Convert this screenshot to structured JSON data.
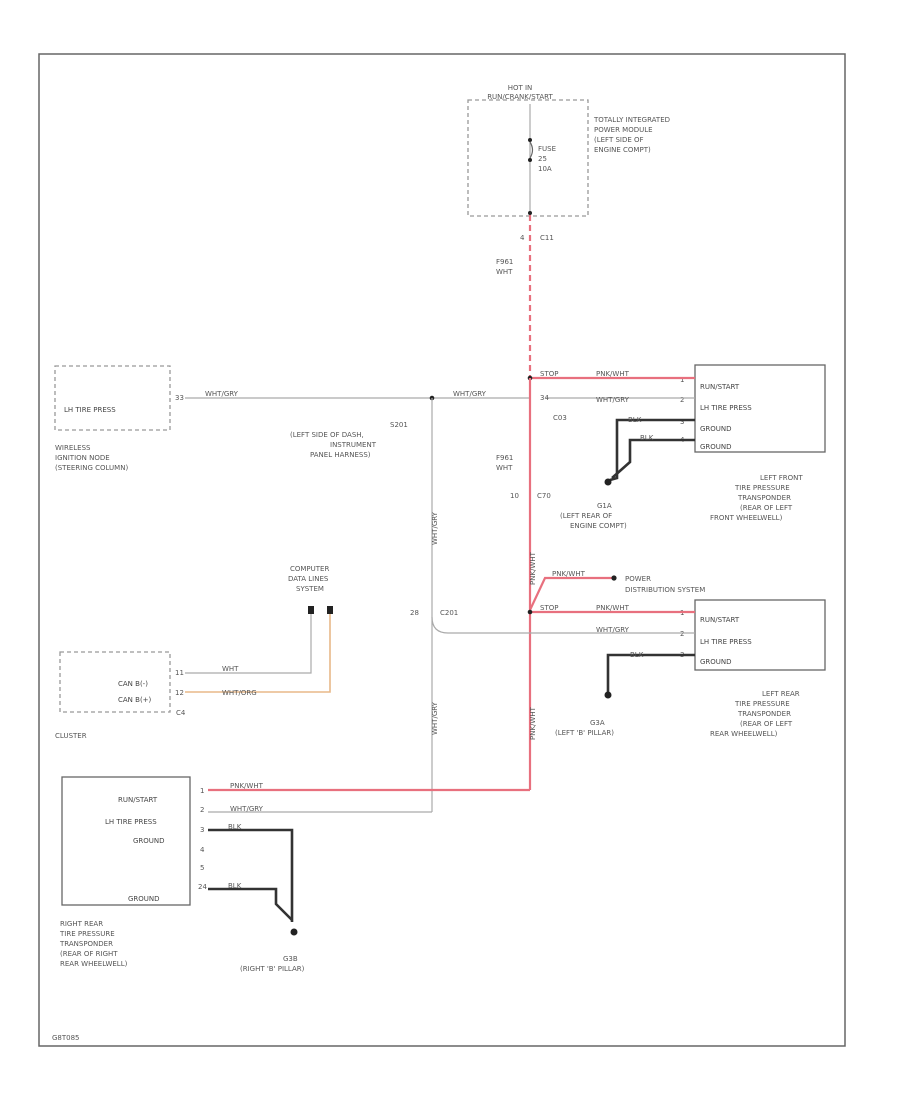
{
  "fuse_panel": {
    "hot_label": "HOT IN",
    "hot_sub": "RUN/CRANK/START",
    "module_name": [
      "TOTALLY INTEGRATED",
      "POWER MODULE",
      "(LEFT SIDE OF",
      "ENGINE COMPT)"
    ],
    "fuse": [
      "FUSE",
      "25",
      "10A"
    ],
    "pin": "4",
    "connector": "C11"
  },
  "wire_labels": {
    "feed_1": [
      "F961",
      "WHT"
    ],
    "feed_2": [
      "F961",
      "WHT"
    ],
    "wht_gry_1": "WHT/GRY",
    "wht_gry_2": "WHT/GRY",
    "wht_gry_3": "WHT/GRY",
    "wht_gry_4": "WHT/GRY",
    "wht_gry_5": "WHT/GRY",
    "wht_gry_v1": "WHT/GRY",
    "wht_gry_v2": "WHT/GRY",
    "pnk_wht_1": "PNK/WHT",
    "pnk_wht_2": "PNK/WHT",
    "pnk_wht_3": "PNK/WHT",
    "pnk_wht_v1": "PNK/WHT",
    "pnk_wht_v2": "PNK/WHT",
    "pnk_wht_pds": "PNK/WHT",
    "blk_1": "BLK",
    "blk_2": "BLK",
    "blk_3": "BLK",
    "blk_4": "BLK",
    "blk_5": "BLK",
    "wht": "WHT",
    "wht_org": "WHT/ORG",
    "stop_1": "STOP",
    "stop_2": "STOP"
  },
  "wireless_node": {
    "label": "LH TIRE PRESS",
    "pin": "33",
    "caption": [
      "WIRELESS",
      "IGNITION NODE",
      "(STEERING COLUMN)"
    ]
  },
  "splice_s201": {
    "label": [
      "S201",
      "(LEFT SIDE OF DASH,",
      "INSTRUMENT",
      "PANEL HARNESS)"
    ]
  },
  "left_front": {
    "rows": [
      "RUN/START",
      "LH TIRE PRESS",
      "GROUND",
      "GROUND"
    ],
    "pins": [
      "1",
      "2",
      "3",
      "4"
    ],
    "connector": "C03",
    "c03_pin": "34",
    "caption": [
      "LEFT FRONT",
      "TIRE PRESSURE",
      "TRANSPONDER",
      "(REAR OF LEFT",
      "FRONT WHEELWELL)"
    ]
  },
  "ground_g1a": {
    "label": [
      "G1A",
      "(LEFT REAR OF",
      "ENGINE COMPT)"
    ]
  },
  "connector_c70": {
    "pin": "10",
    "name": "C70"
  },
  "pds": {
    "label": [
      "POWER",
      "DISTRIBUTION SYSTEM"
    ]
  },
  "left_rear": {
    "rows": [
      "RUN/START",
      "LH TIRE PRESS",
      "GROUND"
    ],
    "pins": [
      "1",
      "2",
      "3"
    ],
    "caption": [
      "LEFT REAR",
      "TIRE PRESSURE",
      "TRANSPONDER",
      "(REAR OF LEFT",
      "REAR WHEELWELL)"
    ]
  },
  "ground_g3a": {
    "label": [
      "G3A",
      "(LEFT 'B' PILLAR)"
    ]
  },
  "computer_data": {
    "label": [
      "COMPUTER",
      "DATA LINES",
      "SYSTEM"
    ]
  },
  "connector_c201": {
    "pin": "28",
    "name": "C201"
  },
  "cluster": {
    "rows": [
      "CAN B(-)",
      "CAN B(+)"
    ],
    "pins": [
      "11",
      "12"
    ],
    "connector": "C4",
    "caption": "CLUSTER"
  },
  "right_rear": {
    "rows": [
      "RUN/START",
      "LH TIRE PRESS",
      "GROUND",
      "GROUND"
    ],
    "pins": [
      "1",
      "2",
      "3",
      "4",
      "5",
      "24"
    ],
    "caption": [
      "RIGHT REAR",
      "TIRE PRESSURE",
      "TRANSPONDER",
      "(REAR OF RIGHT",
      "REAR WHEELWELL)"
    ]
  },
  "ground_g3b": {
    "label": [
      "G3B",
      "(RIGHT 'B' PILLAR)"
    ]
  },
  "figure_code": "G8T085"
}
